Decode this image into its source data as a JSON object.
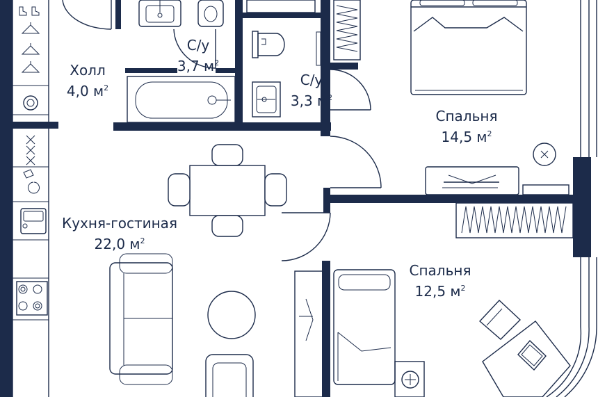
{
  "colors": {
    "ink": "#1c2b4a",
    "background": "#ffffff"
  },
  "rooms": [
    {
      "id": "hall",
      "name": "Холл",
      "area": "4,0 м",
      "sup": "2"
    },
    {
      "id": "bath1",
      "name": "С/у",
      "area": "3,7 м",
      "sup": "2"
    },
    {
      "id": "bath2",
      "name": "С/у",
      "area": "3,3 м",
      "sup": "2"
    },
    {
      "id": "bedroom1",
      "name": "Спальня",
      "area": "14,5 м",
      "sup": "2"
    },
    {
      "id": "kitchen",
      "name": "Кухня-гостиная",
      "area": "22,0 м",
      "sup": "2"
    },
    {
      "id": "bedroom2",
      "name": "Спальня",
      "area": "12,5 м",
      "sup": "2"
    }
  ],
  "icons": [
    "shoe-rack-icon",
    "coat-hanger-icon",
    "washing-machine-icon",
    "bathtub-icon",
    "sink-icon",
    "toilet-icon",
    "double-bed-icon",
    "single-bed-icon",
    "dining-table-icon",
    "sofa-icon",
    "armchair-icon",
    "round-table-icon",
    "wardrobe-icon",
    "desk-icon",
    "laptop-icon",
    "kitchen-hob-icon",
    "tv-stand-icon"
  ]
}
